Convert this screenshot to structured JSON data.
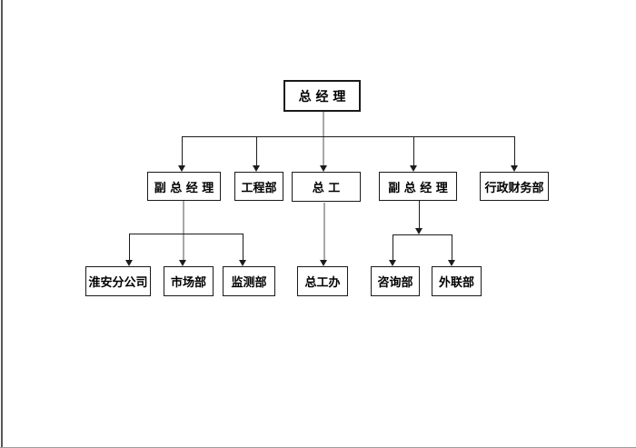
{
  "page": {
    "background": "#ffffff",
    "left_edge_color": "#56565a",
    "bottom_edge_color": "#9c9ca0"
  },
  "diagram": {
    "type": "org-chart",
    "line_color": "#1c1c1c",
    "passthrough_line_color": "#a8a8a8",
    "box_border_color": "#1a1a1a",
    "text_color": "#000000",
    "nodes": {
      "general_manager": {
        "label": "总 经 理",
        "level": 1
      },
      "deputy_gm_left": {
        "label": "副 总 经 理",
        "level": 2
      },
      "engineering_dept": {
        "label": "工程部",
        "level": 2
      },
      "chief_engineer": {
        "label": "总 工",
        "level": 2
      },
      "deputy_gm_right": {
        "label": "副 总 经 理",
        "level": 2
      },
      "admin_finance_dept": {
        "label": "行政财务部",
        "level": 2
      },
      "huaian_branch": {
        "label": "淮安分公司",
        "level": 3
      },
      "marketing_dept": {
        "label": "市场部",
        "level": 3
      },
      "monitoring_dept": {
        "label": "监测部",
        "level": 3
      },
      "chief_engineer_office": {
        "label": "总工办",
        "level": 3
      },
      "consulting_dept": {
        "label": "咨询部",
        "level": 3
      },
      "external_liaison_dept": {
        "label": "外联部",
        "level": 3
      }
    },
    "edges": [
      {
        "from": "general_manager",
        "to": "deputy_gm_left"
      },
      {
        "from": "general_manager",
        "to": "engineering_dept"
      },
      {
        "from": "general_manager",
        "to": "chief_engineer"
      },
      {
        "from": "general_manager",
        "to": "deputy_gm_right"
      },
      {
        "from": "general_manager",
        "to": "admin_finance_dept"
      },
      {
        "from": "deputy_gm_left",
        "to": "huaian_branch"
      },
      {
        "from": "deputy_gm_left",
        "to": "marketing_dept"
      },
      {
        "from": "deputy_gm_left",
        "to": "monitoring_dept"
      },
      {
        "from": "chief_engineer",
        "to": "chief_engineer_office"
      },
      {
        "from": "deputy_gm_right",
        "to": "consulting_dept"
      },
      {
        "from": "deputy_gm_right",
        "to": "external_liaison_dept"
      }
    ]
  }
}
